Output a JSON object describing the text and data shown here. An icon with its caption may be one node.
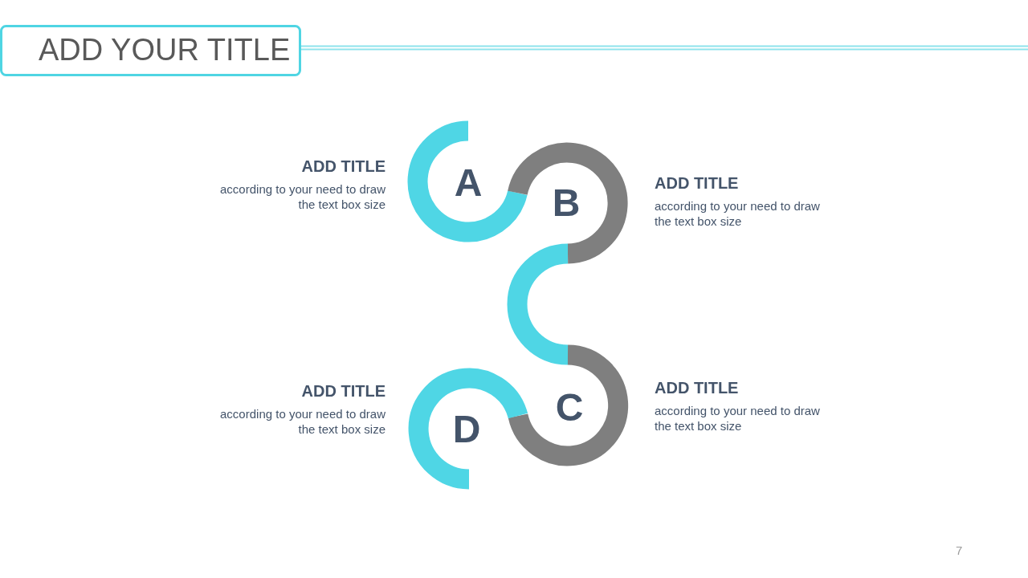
{
  "diagram": {
    "title": "ADD YOUR TITLE",
    "labels": [
      "ADD TITLE",
      "according to your need to draw the text box size",
      "A",
      "ADD TITLE",
      "according to your need to draw the text box size",
      "B",
      "C",
      "ADD TITLE",
      "according to your need to draw the text box size",
      "ADD TITLE",
      "according to your need to draw the text box size",
      "D",
      "7"
    ]
  }
}
